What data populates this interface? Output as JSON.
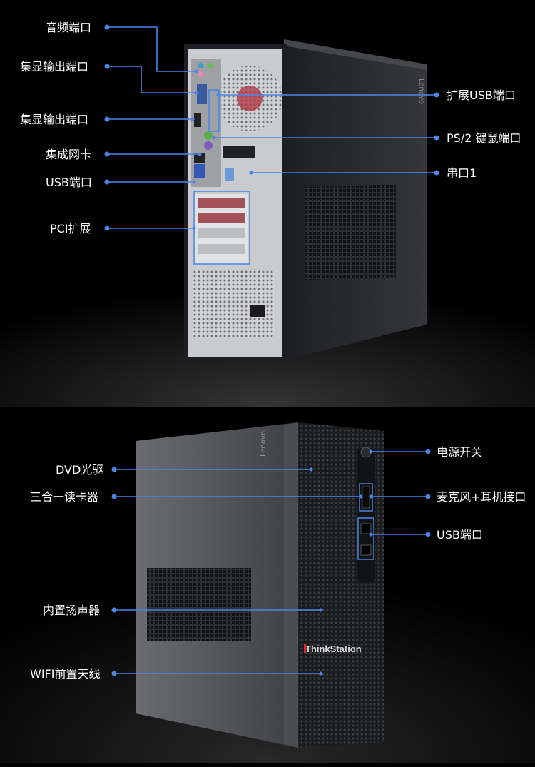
{
  "rear_panel": {
    "brand_vertical": "Lenovo",
    "left_callouts": [
      {
        "id": "audio-port",
        "label": "音频端口"
      },
      {
        "id": "igpu-output-1",
        "label": "集显输出端口"
      },
      {
        "id": "igpu-output-2",
        "label": "集显输出端口"
      },
      {
        "id": "integrated-nic",
        "label": "集成网卡"
      },
      {
        "id": "usb-port-rear",
        "label": "USB端口"
      },
      {
        "id": "pci-expansion",
        "label": "PCI扩展"
      }
    ],
    "right_callouts": [
      {
        "id": "usb-expansion",
        "label": "扩展USB端口"
      },
      {
        "id": "ps2-port",
        "label": "PS/2 键鼠端口"
      },
      {
        "id": "serial-port",
        "label": "串口1"
      }
    ]
  },
  "front_panel": {
    "brand_vertical": "Lenovo",
    "brand_logo": "ThinkStation",
    "left_callouts": [
      {
        "id": "dvd-drive",
        "label": "DVD光驱"
      },
      {
        "id": "card-reader",
        "label": "三合一读卡器"
      },
      {
        "id": "speaker",
        "label": "内置扬声器"
      },
      {
        "id": "wifi-antenna",
        "label": "WIFI前置天线"
      }
    ],
    "right_callouts": [
      {
        "id": "power-switch",
        "label": "电源开关"
      },
      {
        "id": "mic-headphone",
        "label": "麦克风+耳机接口"
      },
      {
        "id": "usb-port-front",
        "label": "USB端口"
      }
    ]
  },
  "colors": {
    "callout_line": "#4a86e8",
    "label_text": "#ffffff",
    "background": "#000000",
    "chassis_dark": "#2b2d31",
    "chassis_rear_plate": "#c9cbce"
  }
}
